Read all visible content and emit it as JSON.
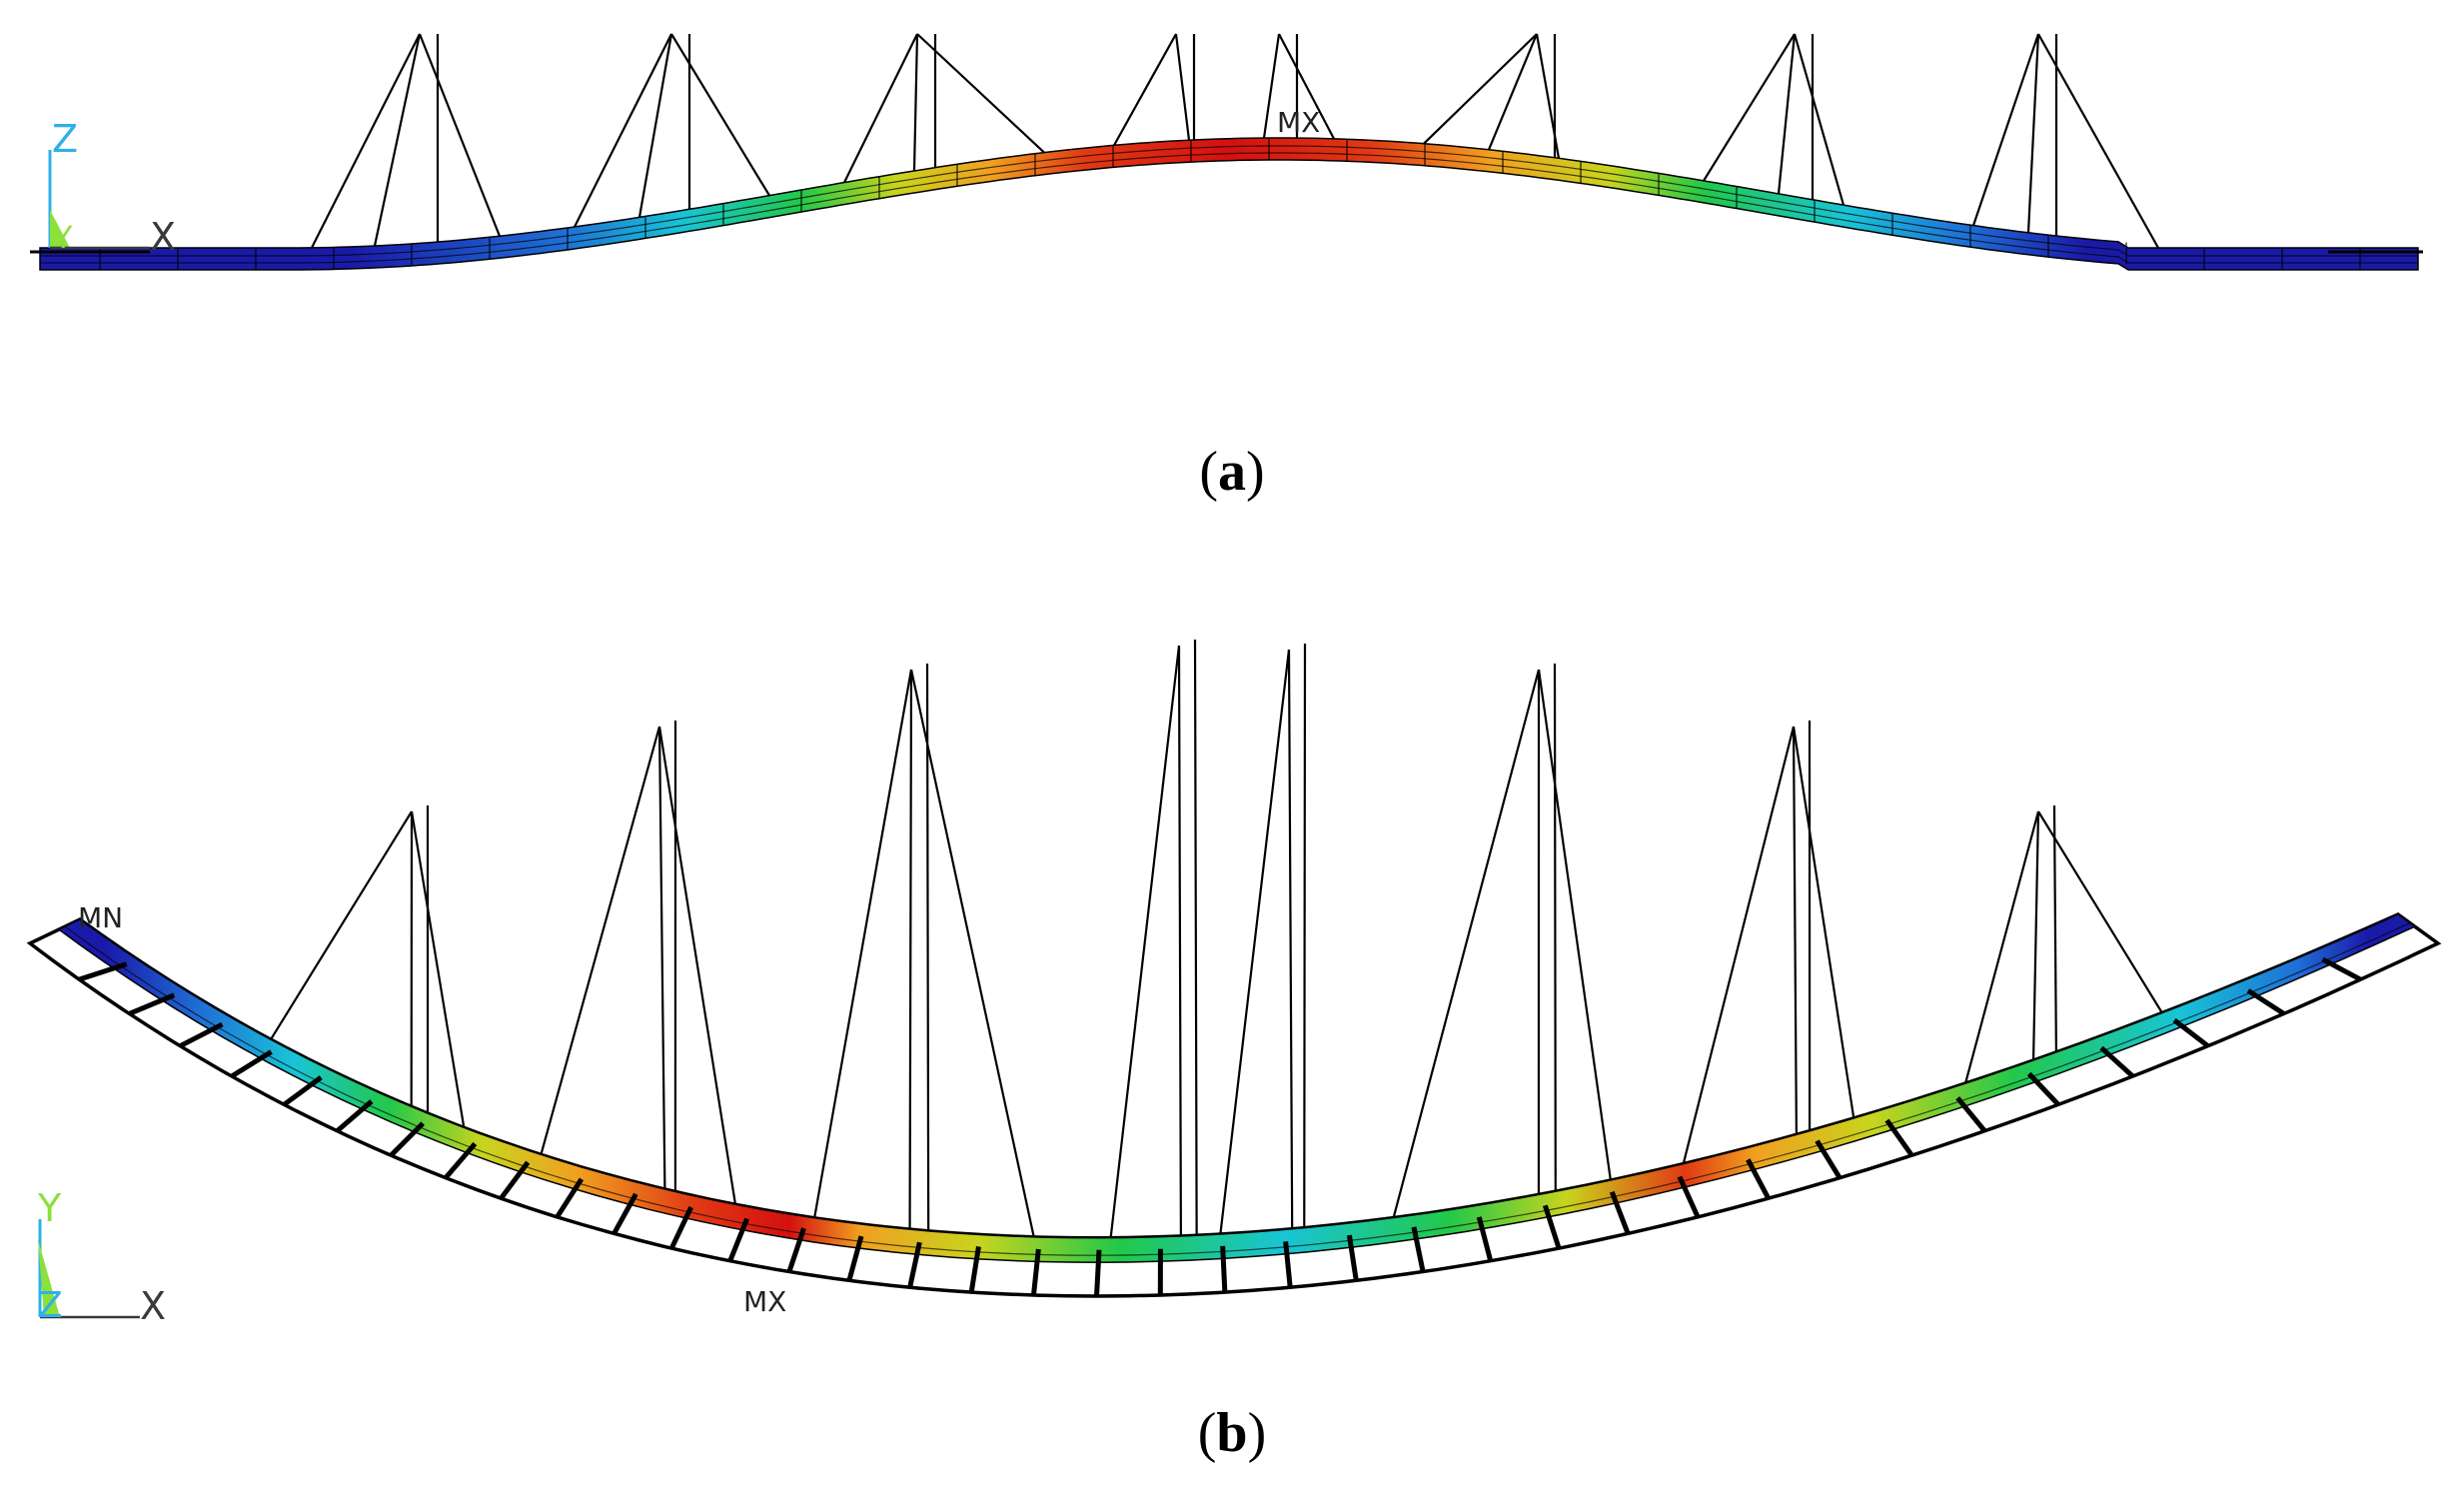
{
  "panels": [
    {
      "id": "a",
      "caption": {
        "open": "(",
        "letter": "a",
        "close": ")"
      },
      "axis_labels": {
        "vertical": "Z",
        "depth": "Y",
        "horizontal": "X"
      },
      "max_marker": "MX"
    },
    {
      "id": "b",
      "caption": {
        "open": "(",
        "letter": "b",
        "close": ")"
      },
      "axis_labels": {
        "vertical": "Y",
        "depth": "Z",
        "horizontal": "X"
      },
      "min_marker": "MN",
      "max_marker": "MX"
    }
  ],
  "colors": {
    "line": "#000000",
    "contour": [
      "#1a1aa8",
      "#1f6fd6",
      "#19c4d6",
      "#22c84a",
      "#c8d41e",
      "#f0a020",
      "#e03a14",
      "#d41010"
    ],
    "triad_vertical": "#2fb0e8",
    "triad_depth": "#8ce03a",
    "triad_horizontal": "#3a3a3a"
  }
}
